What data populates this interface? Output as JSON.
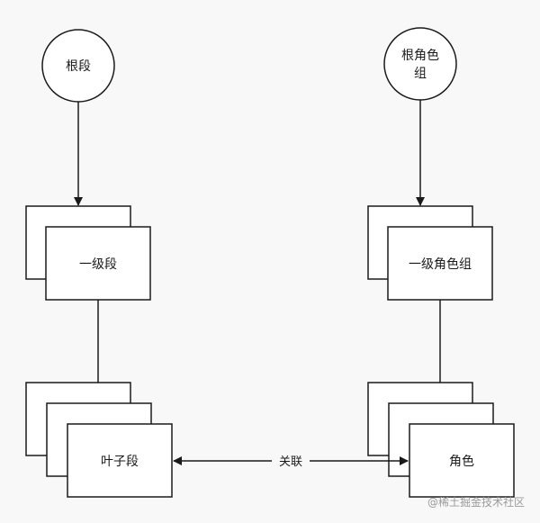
{
  "nodes": {
    "root_segment": "根段",
    "root_role_group_line1": "根角色",
    "root_role_group_line2": "组",
    "level1_segment": "一级段",
    "level1_role_group": "一级角色组",
    "leaf_segment": "叶子段",
    "role": "角色"
  },
  "edges": {
    "association_label": "关联"
  },
  "watermark": "@稀土掘金技术社区",
  "colors": {
    "line": "#1a1a1a",
    "node_fill": "#ffffff",
    "background": "#f8f8f8",
    "watermark": "#9a9a9a"
  }
}
